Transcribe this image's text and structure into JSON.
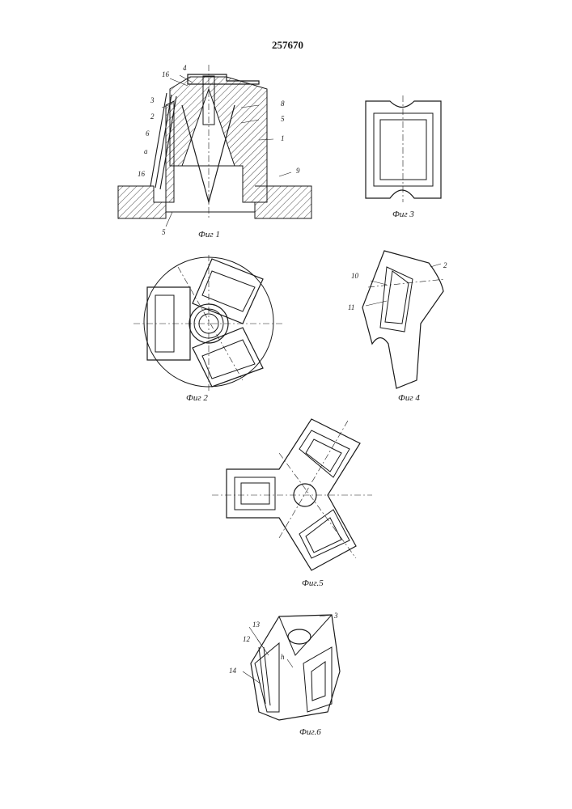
{
  "patent_number": "257670",
  "figures": {
    "fig1": {
      "caption": "Фиг 1",
      "labels": [
        "4",
        "16",
        "3",
        "2",
        "6",
        "а",
        "16",
        "8",
        "5",
        "1",
        "9",
        "5"
      ]
    },
    "fig2": {
      "caption": "Фиг 2"
    },
    "fig3": {
      "caption": "Фиг 3"
    },
    "fig4": {
      "caption": "Фиг 4",
      "labels": [
        "10",
        "2",
        "11"
      ]
    },
    "fig5": {
      "caption": "Фиг.5"
    },
    "fig6": {
      "caption": "Фиг.6",
      "labels": [
        "3",
        "13",
        "12",
        "h",
        "14"
      ]
    }
  }
}
